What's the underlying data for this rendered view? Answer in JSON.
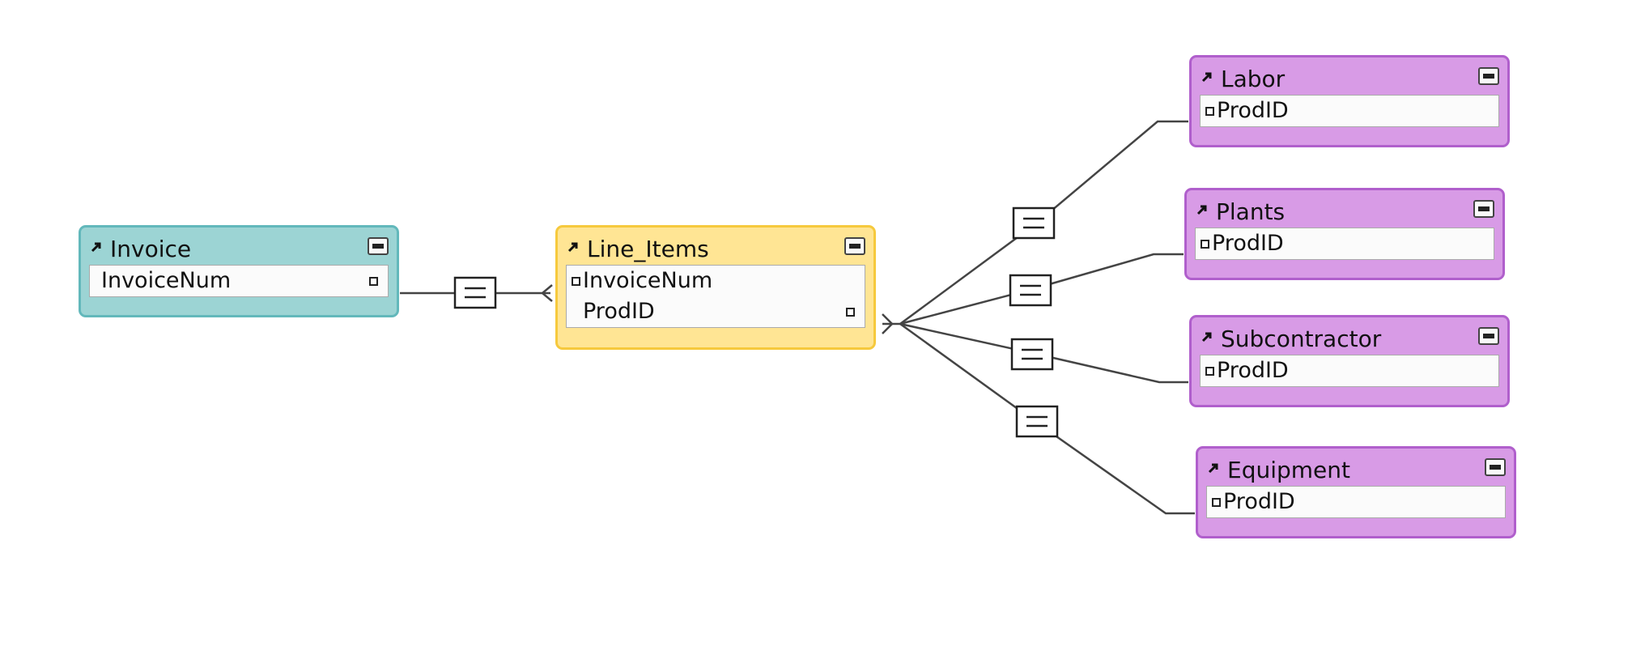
{
  "tables": {
    "invoice": {
      "name": "Invoice",
      "fields": [
        "InvoiceNum"
      ]
    },
    "line_items": {
      "name": "Line_Items",
      "fields": [
        "InvoiceNum",
        "ProdID"
      ]
    },
    "labor": {
      "name": "Labor",
      "fields": [
        "ProdID"
      ]
    },
    "plants": {
      "name": "Plants",
      "fields": [
        "ProdID"
      ]
    },
    "subcontractor": {
      "name": "Subcontractor",
      "fields": [
        "ProdID"
      ]
    },
    "equipment": {
      "name": "Equipment",
      "fields": [
        "ProdID"
      ]
    }
  },
  "colors": {
    "teal": "#9cd4d4",
    "yellow": "#ffe594",
    "purple": "#d89be6",
    "line": "#444444"
  },
  "icons": {
    "alias": "alias-arrow-icon",
    "collapse": "collapse-icon",
    "key": "key-dot-icon",
    "relationship": "equals-relationship-icon"
  }
}
